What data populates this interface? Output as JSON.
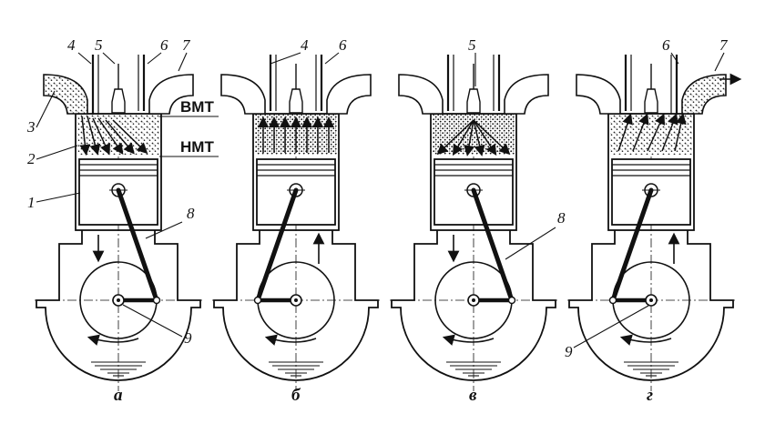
{
  "figure": {
    "panels": [
      {
        "id": "a",
        "caption": "а",
        "piston": "down",
        "charge": "inflow",
        "intake_open": true,
        "exhaust_open": false,
        "crank": "right",
        "rod_right": true
      },
      {
        "id": "b",
        "caption": "б",
        "piston": "up",
        "charge": "compress",
        "intake_open": false,
        "exhaust_open": false,
        "crank": "left",
        "rod_right": false
      },
      {
        "id": "v",
        "caption": "в",
        "piston": "down",
        "charge": "burn",
        "intake_open": false,
        "exhaust_open": false,
        "crank": "right",
        "rod_right": true
      },
      {
        "id": "g",
        "caption": "г",
        "piston": "up",
        "charge": "outflow",
        "intake_open": false,
        "exhaust_open": true,
        "crank": "left",
        "rod_right": false
      }
    ],
    "labels": {
      "n1": "1",
      "n2": "2",
      "n3": "3",
      "n4": "4",
      "n5": "5",
      "n6": "6",
      "n7": "7",
      "n8": "8",
      "n9": "9",
      "tdc": "ВМТ",
      "bdc": "НМТ"
    }
  }
}
